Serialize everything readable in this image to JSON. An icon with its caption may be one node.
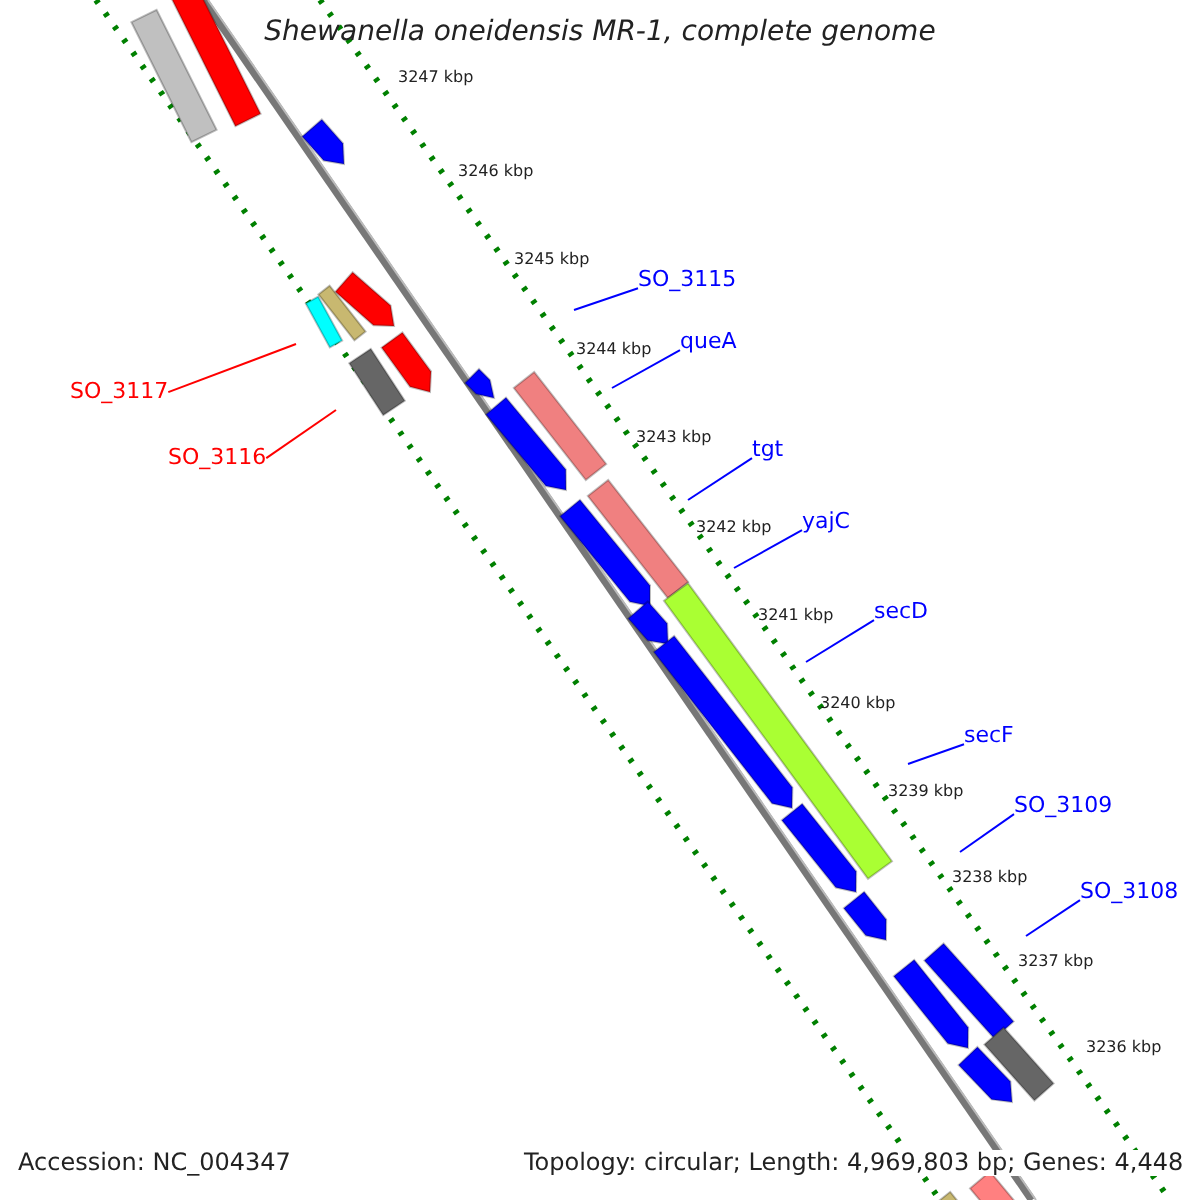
{
  "diagram": {
    "title": "Shewanella oneidensis MR-1, complete genome",
    "nodes": [
      {
        "text": [
          "SO_3115"
        ]
      },
      {
        "text": [
          "queA"
        ]
      },
      {
        "text": [
          "SO_3117"
        ]
      },
      {
        "text": [
          "tgt"
        ]
      },
      {
        "text": [
          "SO_3116"
        ]
      },
      {
        "text": [
          "yajC"
        ]
      },
      {
        "text": [
          "secD"
        ]
      },
      {
        "text": [
          "secF"
        ]
      },
      {
        "text": [
          "SO_3109"
        ]
      },
      {
        "text": [
          "SO_3108"
        ]
      }
    ],
    "edges": [
      {
        "from": 0,
        "to": null,
        "arrow": "none"
      },
      {
        "from": 1,
        "to": null,
        "arrow": "none"
      },
      {
        "from": 2,
        "to": null,
        "arrow": "none",
        "color": "#ff0000"
      },
      {
        "from": 3,
        "to": null,
        "arrow": "none"
      },
      {
        "from": 4,
        "to": null,
        "arrow": "none",
        "color": "#ff0000"
      },
      {
        "from": 5,
        "to": null,
        "arrow": "none"
      },
      {
        "from": 6,
        "to": null,
        "arrow": "none"
      },
      {
        "from": 7,
        "to": null,
        "arrow": "none"
      },
      {
        "from": 8,
        "to": null,
        "arrow": "none"
      },
      {
        "from": 9,
        "to": null,
        "arrow": "none"
      }
    ],
    "labels": [
      "3247 kbp",
      "3246 kbp",
      "3245 kbp",
      "3244 kbp",
      "3243 kbp",
      "3242 kbp",
      "3241 kbp",
      "3240 kbp",
      "3239 kbp",
      "3238 kbp",
      "3237 kbp",
      "3236 kbp",
      "Accession: NC_004347",
      "Topology: circular; Length: 4,969,803 bp; Genes: 4,448"
    ]
  }
}
